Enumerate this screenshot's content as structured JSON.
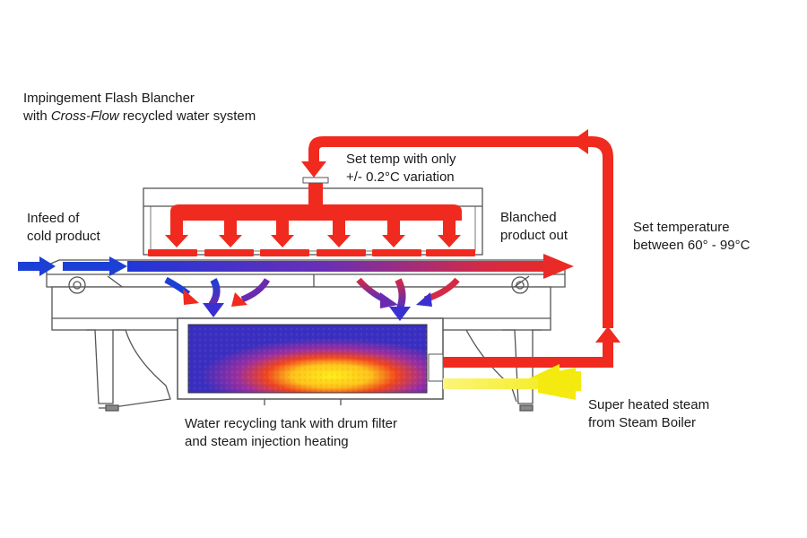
{
  "title": {
    "line1": "Impingement Flash Blancher",
    "line2_prefix": "with ",
    "line2_emphasis": "Cross-Flow",
    "line2_suffix": " recycled water system"
  },
  "labels": {
    "infeed": [
      "Infeed of",
      "cold product"
    ],
    "set_temp": [
      "Set temp with only",
      "+/- 0.2°C variation"
    ],
    "blanched_out": [
      "Blanched",
      "product out"
    ],
    "temp_range": [
      "Set temperature",
      "between 60° - 99°C"
    ],
    "tank": [
      "Water recycling tank with drum filter",
      "and steam injection heating"
    ],
    "steam": [
      "Super heated steam",
      "from Steam Boiler"
    ]
  },
  "colors": {
    "hot_water": "#f02a1e",
    "cold_water": "#1c3fd6",
    "mixed_water": "#6a2bb0",
    "steam": "#f2ec16",
    "machine_outline": "#555555",
    "tank_cool": "#3a2fc0",
    "tank_hot": "#ffe81a"
  }
}
